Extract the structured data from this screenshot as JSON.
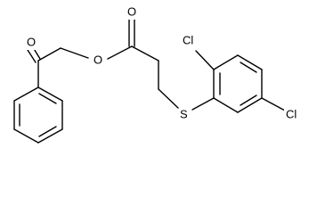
{
  "structure": {
    "atoms": {
      "carbonyl_oxygen_left": "O",
      "ester_oxygen": "O",
      "carbonyl_oxygen_right": "O",
      "sulfur": "S",
      "chlorine_top": "Cl",
      "chlorine_bottom": "Cl"
    }
  },
  "colors": {
    "bond": "#000000",
    "label": "#000000",
    "background": "#ffffff"
  }
}
